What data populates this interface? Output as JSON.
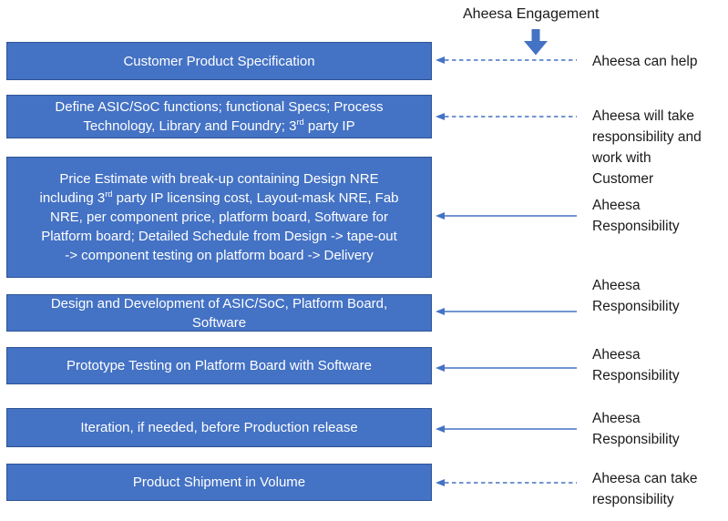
{
  "header": {
    "title": "Aheesa Engagement",
    "down_arrow_icon": "down-block-arrow"
  },
  "colors": {
    "box_fill": "#4472C4",
    "box_border": "#2E5395",
    "box_text": "#FFFFFF",
    "arrow": "#4472C4",
    "annotation_text": "#1A1A1A"
  },
  "steps": [
    {
      "label": "Customer Product Specification"
    },
    {
      "label_pre": "Define ASIC/SoC functions; functional Specs; Process\nTechnology, Library and Foundry; 3",
      "label_sup": "rd",
      "label_post": " party IP"
    },
    {
      "label_pre": "Price Estimate with break-up containing Design NRE\nincluding 3",
      "label_sup": "rd",
      "label_post": " party IP licensing cost, Layout-mask NRE,  Fab\nNRE, per component price, platform board, Software for\nPlatform board; Detailed Schedule from Design -> tape-out\n-> component testing on platform board -> Delivery"
    },
    {
      "label": "Design and Development of ASIC/SoC, Platform Board,\nSoftware"
    },
    {
      "label": "Prototype Testing on Platform Board with Software"
    },
    {
      "label": "Iteration, if needed, before Production release"
    },
    {
      "label": "Product Shipment in Volume"
    }
  ],
  "annotations": [
    {
      "label": "Aheesa can help",
      "arrow_style": "dashed"
    },
    {
      "label": "Aheesa will take\nresponsibility and\nwork with\nCustomer",
      "arrow_style": "dashed"
    },
    {
      "label": "Aheesa\nResponsibility",
      "arrow_style": "solid"
    },
    {
      "label": "Aheesa\nResponsibility",
      "arrow_style": "solid"
    },
    {
      "label": "Aheesa\nResponsibility",
      "arrow_style": "solid"
    },
    {
      "label": "Aheesa\nResponsibility",
      "arrow_style": "solid"
    },
    {
      "label": "Aheesa can take\nresponsibility",
      "arrow_style": "dashed"
    }
  ]
}
